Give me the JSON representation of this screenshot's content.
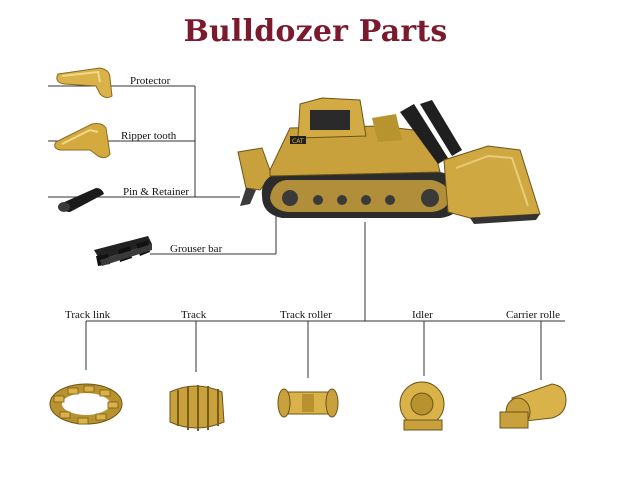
{
  "title": "Bulldozer Parts",
  "colors": {
    "title": "#7a1a2c",
    "part_yellow": "#d9b24a",
    "dozer_yellow": "#c9a13c",
    "line": "#333333"
  },
  "left_parts": [
    {
      "label": "Protector",
      "icon": "protector-icon"
    },
    {
      "label": "Ripper tooth",
      "icon": "ripper-tooth-icon"
    },
    {
      "label": "Pin & Retainer",
      "icon": "pin-retainer-icon"
    },
    {
      "label": "Grouser bar",
      "icon": "grouser-bar-icon"
    }
  ],
  "bottom_parts": [
    {
      "label": "Track link",
      "icon": "track-link-icon"
    },
    {
      "label": "Track",
      "icon": "track-icon"
    },
    {
      "label": "Track roller",
      "icon": "track-roller-icon"
    },
    {
      "label": "Idler",
      "icon": "idler-icon"
    },
    {
      "label": "Carrier rolle",
      "icon": "carrier-roller-icon"
    }
  ],
  "machine": {
    "icon": "bulldozer-icon",
    "badge": "CAT"
  }
}
